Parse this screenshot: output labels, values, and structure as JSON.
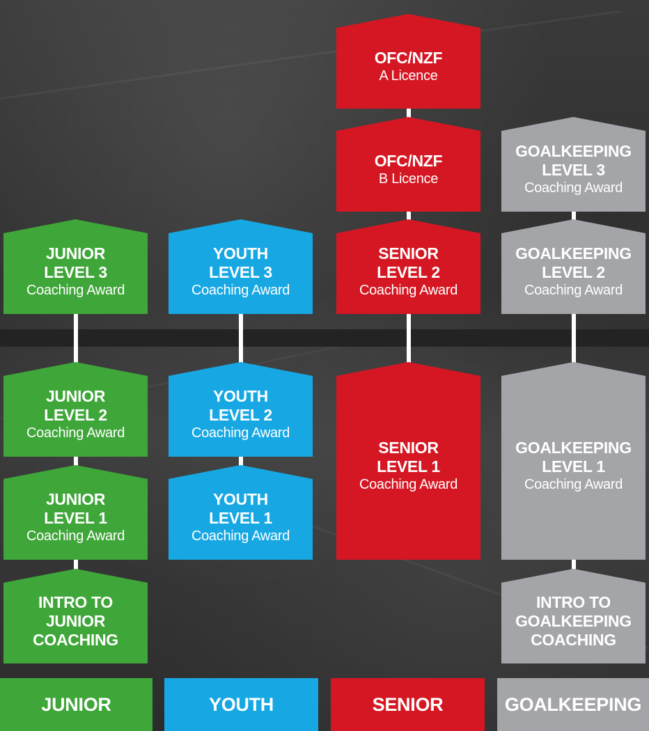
{
  "colors": {
    "junior": "#3fa639",
    "youth": "#17a8e3",
    "senior": "#d51723",
    "goalkeeping": "#a4a5a9"
  },
  "columns": {
    "junior": {
      "level3": {
        "title": "JUNIOR\nLEVEL 3",
        "sub": "Coaching Award"
      },
      "level2": {
        "title": "JUNIOR\nLEVEL 2",
        "sub": "Coaching Award"
      },
      "level1": {
        "title": "JUNIOR\nLEVEL 1",
        "sub": "Coaching Award"
      },
      "intro": {
        "title": "INTRO TO\nJUNIOR\nCOACHING"
      }
    },
    "youth": {
      "level3": {
        "title": "YOUTH\nLEVEL 3",
        "sub": "Coaching Award"
      },
      "level2": {
        "title": "YOUTH\nLEVEL 2",
        "sub": "Coaching Award"
      },
      "level1": {
        "title": "YOUTH\nLEVEL 1",
        "sub": "Coaching Award"
      }
    },
    "senior": {
      "a_licence": {
        "title": "OFC/NZF",
        "sub": "A Licence"
      },
      "b_licence": {
        "title": "OFC/NZF",
        "sub": "B Licence"
      },
      "level2": {
        "title": "SENIOR\nLEVEL 2",
        "sub": "Coaching Award"
      },
      "level1": {
        "title": "SENIOR\nLEVEL 1",
        "sub": "Coaching Award"
      }
    },
    "goalkeeping": {
      "level3": {
        "title": "GOALKEEPING\nLEVEL 3",
        "sub": "Coaching Award"
      },
      "level2": {
        "title": "GOALKEEPING\nLEVEL 2",
        "sub": "Coaching Award"
      },
      "level1": {
        "title": "GOALKEEPING\nLEVEL 1",
        "sub": "Coaching Award"
      },
      "intro": {
        "title": "INTRO TO\nGOALKEEPING\nCOACHING"
      }
    }
  },
  "legend": {
    "junior": "JUNIOR",
    "youth": "YOUTH",
    "senior": "SENIOR",
    "goalkeeping": "GOALKEEPING"
  }
}
